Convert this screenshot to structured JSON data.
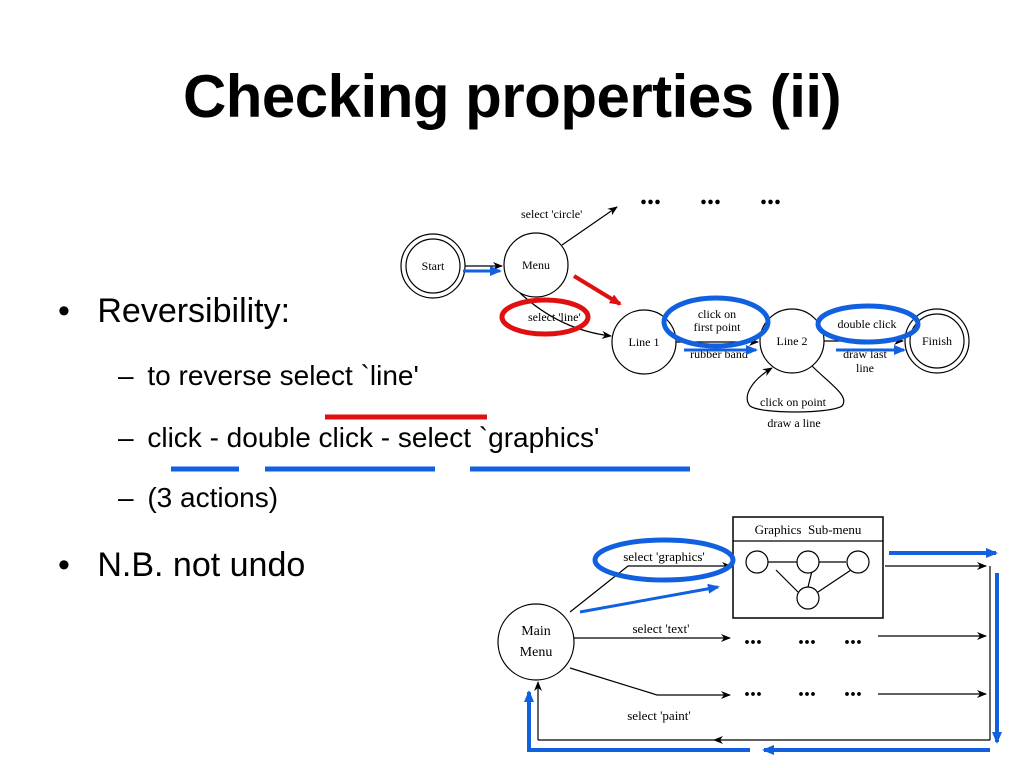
{
  "slide": {
    "title": "Checking properties (ii)",
    "bullets": [
      {
        "marker": "•",
        "text": "Reversibility:"
      },
      {
        "marker": "•",
        "text": "N.B. not undo"
      }
    ],
    "subbullets": [
      {
        "marker": "–",
        "text": "to reverse select `line'"
      },
      {
        "marker": "–",
        "text": "click - double click - select `graphics'"
      },
      {
        "marker": "–",
        "text": "(3 actions)"
      }
    ]
  },
  "diagram_top": {
    "ellipsis": "...",
    "nodes": {
      "start": "Start",
      "menu": "Menu",
      "line1": "Line 1",
      "line2": "Line 2",
      "finish": "Finish"
    },
    "labels": {
      "select_circle": "select 'circle'",
      "select_line": "select 'line'",
      "click_on": "click on",
      "first_point": "first point",
      "rubber_band": "rubber band",
      "double_click": "double click",
      "draw_last": "draw last",
      "line_word": "line",
      "click_on_point": "click on point",
      "draw_a_line": "draw a line"
    }
  },
  "diagram_bottom": {
    "submenu_title": "Graphics  Sub-menu",
    "main_menu_1": "Main",
    "main_menu_2": "Menu",
    "select_graphics": "select 'graphics'",
    "select_text": "select 'text'",
    "select_paint": "select 'paint'",
    "ellipsis": "..."
  },
  "colors": {
    "red": "#e01010",
    "blue": "#1060e0"
  }
}
